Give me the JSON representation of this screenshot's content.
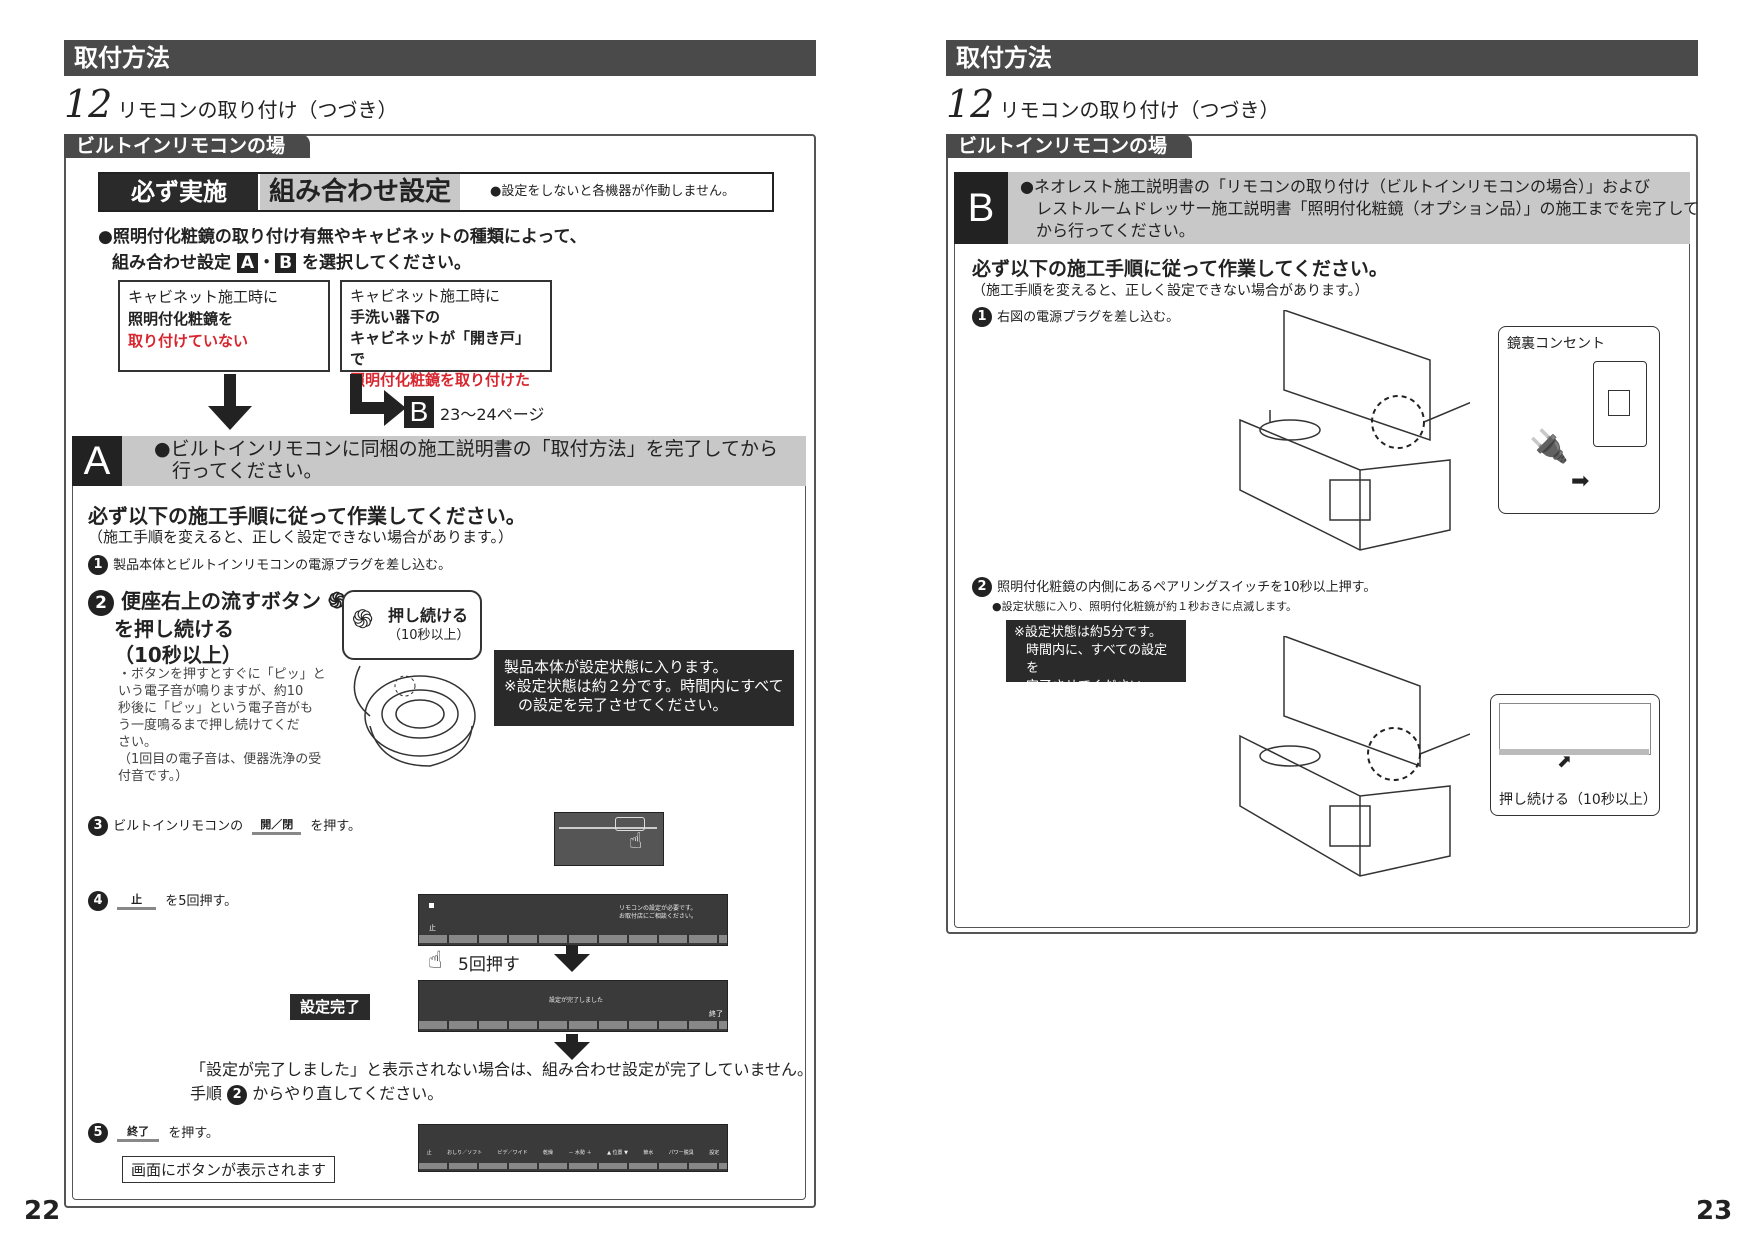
{
  "left": {
    "header": "取付方法",
    "step_number": "12",
    "step_title": "リモコンの取り付け（つづき）",
    "tab": "ビルトインリモコンの場合",
    "must": "必ず実施",
    "combo_title": "組み合わせ設定",
    "combo_note": "●設定をしないと各機器が作動しません。",
    "intro_line1": "●照明付化粧鏡の取り付け有無やキャビネットの種類によって、",
    "intro_line2a": "組み合わせ設定",
    "intro_a": "A",
    "intro_dot": "・",
    "intro_b": "B",
    "intro_line2b": "を選択してください。",
    "box1_line1": "キャビネット施工時に",
    "box1_line2": "照明付化粧鏡を",
    "box1_line3": "取り付けていない",
    "box2_line1": "キャビネット施工時に",
    "box2_line2": "手洗い器下の",
    "box2_line3": "キャビネットが「開き戸」で",
    "box2_line4": "照明付化粧鏡を取り付けた",
    "b_letter": "B",
    "b_pages": "23〜24ページ",
    "a_letter": "A",
    "a_text_line1": "●ビルトインリモコンに同梱の施工説明書の「取付方法」を完了してから",
    "a_text_line2": "行ってください。",
    "follow_title": "必ず以下の施工手順に従って作業してください。",
    "follow_note": "（施工手順を変えると、正しく設定できない場合があります。）",
    "s1_num": "1",
    "s1_text": "製品本体とビルトインリモコンの電源プラグを差し込む。",
    "s2_num": "2",
    "s2_line1": "便座右上の流すボタン",
    "s2_line2": "を押し続ける",
    "s2_line3": "（10秒以上）",
    "s2_note1": "・ボタンを押すとすぐに「ピッ」と",
    "s2_note2": "いう電子音が鳴りますが、約10",
    "s2_note3": "秒後に「ピッ」という電子音がも",
    "s2_note4": "う一度鳴るまで押し続けてくだ",
    "s2_note5": "さい。",
    "s2_note6": "（1回目の電子音は、便器洗浄の受",
    "s2_note7": "付音です。）",
    "bubble_line1": "押し続ける",
    "bubble_line2": "（10秒以上）",
    "setting_line1": "製品本体が設定状態に入ります。",
    "setting_line2": "※設定状態は約２分です。時間内にすべて",
    "setting_line3": "の設定を完了させてください。",
    "s3_num": "3",
    "s3_text_a": "ビルトインリモコンの",
    "s3_btn": "開／閉",
    "s3_text_b": "を押す。",
    "s4_num": "4",
    "s4_btn": "止",
    "s4_text": "を5回押す。",
    "panel1_msg1": "リモコンの設定が必要です。",
    "panel1_msg2": "お取付店にご相談ください。",
    "panel1_stop": "止",
    "press5": "5回押す",
    "done_label": "設定完了",
    "panel2_msg": "設定が完了しました",
    "panel2_end": "終了",
    "fail_line1": "「設定が完了しました」と表示されない場合は、組み合わせ設定が完了していません。",
    "fail_line2a": "手順",
    "fail_num": "2",
    "fail_line2b": "からやり直してください。",
    "s5_num": "5",
    "s5_btn": "終了",
    "s5_text": "を押す。",
    "s5_label": "画面にボタンが表示されます",
    "panel3_labels": [
      "止",
      "おしり／ソフト",
      "ビデ／ワイド",
      "乾燥",
      "－ 水勢 ＋",
      "▲ 位置 ▼",
      "節水",
      "パワー脱臭",
      "設定"
    ],
    "page_number": "22"
  },
  "right": {
    "header": "取付方法",
    "step_number": "12",
    "step_title": "リモコンの取り付け（つづき）",
    "tab": "ビルトインリモコンの場合",
    "b_letter": "B",
    "b_text_line1": "●ネオレスト施工説明書の「リモコンの取り付け（ビルトインリモコンの場合）」および",
    "b_text_line2": "レストルームドレッサー施工説明書「照明付化粧鏡（オプション品）」の施工までを完了して",
    "b_text_line3": "から行ってください。",
    "follow_title": "必ず以下の施工手順に従って作業してください。",
    "follow_note": "（施工手順を変えると、正しく設定できない場合があります。）",
    "s1_num": "1",
    "s1_text": "右図の電源プラグを差し込む。",
    "outlet_label": "鏡裏コンセント",
    "s2_num": "2",
    "s2_text": "照明付化粧鏡の内側にあるペアリングスイッチを10秒以上押す。",
    "s2_note": "●設定状態に入り、照明付化粧鏡が約１秒おきに点滅します。",
    "dark_line1": "※設定状態は約5分です。",
    "dark_line2": "時間内に、すべての設定を",
    "dark_line3": "完了させてください。",
    "press_label": "押し続ける（10秒以上）",
    "page_number": "23"
  },
  "colors": {
    "header_bg": "#4a4a4a",
    "red": "#d8262f",
    "dark_box": "#2a2a2a",
    "gray_strip": "#c8c8c8"
  }
}
